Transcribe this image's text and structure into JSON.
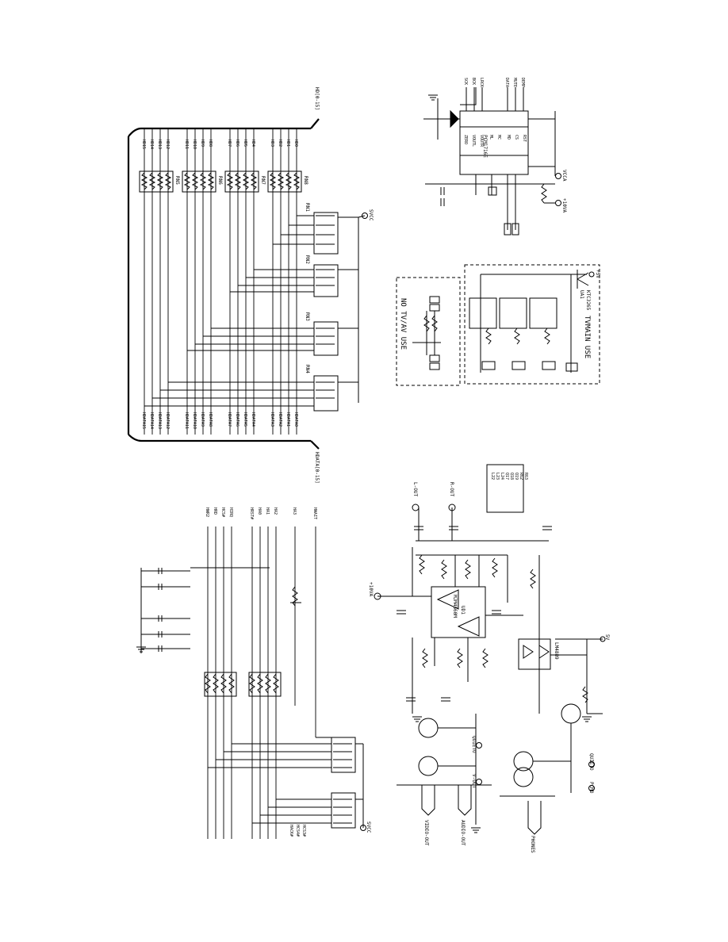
{
  "labels": {
    "bus_top": "HD[0-15]",
    "bus_bottom": "HDATA[0-15]",
    "svcc": "SVCC",
    "svcc2": "SVCC",
    "vcca": "VCCA",
    "plus10va": "+10VA",
    "plus10va2": "+10VA",
    "plus5v": "+5V",
    "fiveV": "5V",
    "l_out": "L-OUT",
    "r_out": "R-OUT",
    "video_out": "VIDEO-OUT",
    "audio_out": "AUDIO-OUT",
    "phones": "PHONES",
    "pcmo": "PCMO",
    "v_out": "V-OUT",
    "quieto": "QUIETO",
    "quieto2": "QUIETO",
    "tvmain_use": "TVMAIN USE",
    "no_tvav_use": "NO TV/AV USE",
    "ic_ud1": "MJM4560M",
    "ic_ud1_ref": "UD1",
    "ic_ux1": "LM4889",
    "ic_dac": "PCM1716E",
    "ua1_ref": "UA1",
    "ua1_part": "KTC3265"
  },
  "rpacks": [
    "RN5",
    "RN6",
    "RN7",
    "RN8",
    "RN1",
    "RN2",
    "RN3",
    "RN4"
  ],
  "bus_nets_left": [
    "HD15",
    "HD14",
    "HD13",
    "HD12",
    "HD11",
    "HD10",
    "HD9",
    "HD8",
    "HD7",
    "HD6",
    "HD5",
    "HD4",
    "HD3",
    "HD2",
    "HD1",
    "HD0"
  ],
  "bus_nets_right": [
    "HDATA15",
    "HDATA14",
    "HDATA13",
    "HDATA12",
    "HDATA11",
    "HDATA10",
    "HDATA9",
    "HDATA8",
    "HDATA7",
    "HDATA6",
    "HDATA5",
    "HDATA4",
    "HDATA3",
    "HDATA2",
    "HDATA1",
    "HDATA0"
  ],
  "left_nets": [
    "HWR2",
    "HRD",
    "HCS#",
    "HIRQ",
    "HRST#",
    "HA0",
    "HA1",
    "HA2",
    "HA3",
    "HWAIT",
    "HACK#",
    "HCS4#",
    "HCS3#"
  ],
  "dac_pins": [
    "SCK",
    "BCK",
    "LRCK",
    "DATA",
    "MUTE",
    "DEMP",
    "ZERO",
    "VOUTL",
    "VOUTR",
    "ML",
    "MC",
    "MD",
    "CS",
    "RST"
  ],
  "note_box": [
    "L22",
    "L23",
    "L24",
    "Q17",
    "Q18",
    "Q19",
    "R62",
    "R63"
  ]
}
